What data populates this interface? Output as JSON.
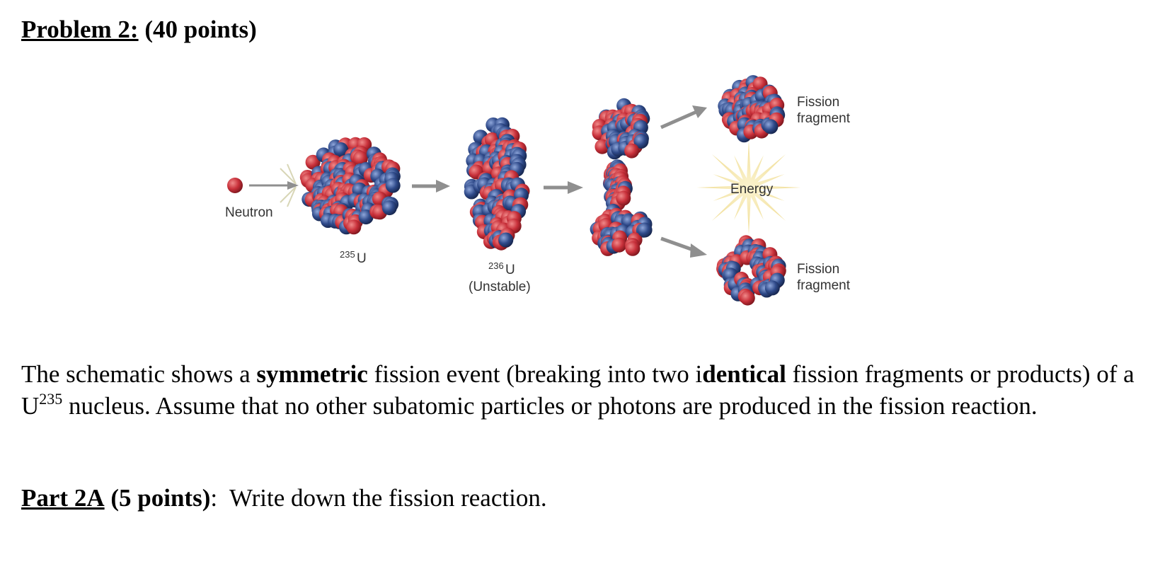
{
  "problem": {
    "title": "Problem 2:",
    "points": "(40 points)"
  },
  "figure": {
    "neutron_label": "Neutron",
    "u235_mass": "235",
    "u235_symbol": "U",
    "u236_mass": "236",
    "u236_symbol": "U",
    "u236_note": "(Unstable)",
    "energy_label": "Energy",
    "fragment_top": [
      "Fission",
      "fragment"
    ],
    "fragment_bottom": [
      "Fission",
      "fragment"
    ],
    "colors": {
      "proton": "#c8303a",
      "neutron": "#2f4a8a",
      "arrow": "#8f8f8f",
      "burst": "#f3e2a2"
    }
  },
  "paragraph": {
    "t1": "The schematic shows a ",
    "b1": "symmetric",
    "t2": " fission event (breaking into two i",
    "b2": "dentical",
    "t3": " fission fragments or products) of a U",
    "sup": "235",
    "t4": " nucleus. Assume that no other subatomic particles or photons are produced in the fission reaction."
  },
  "part2a": {
    "label": "Part 2A",
    "points": "(5 points)",
    "colon": ":",
    "text": "  Write down the fission reaction."
  }
}
